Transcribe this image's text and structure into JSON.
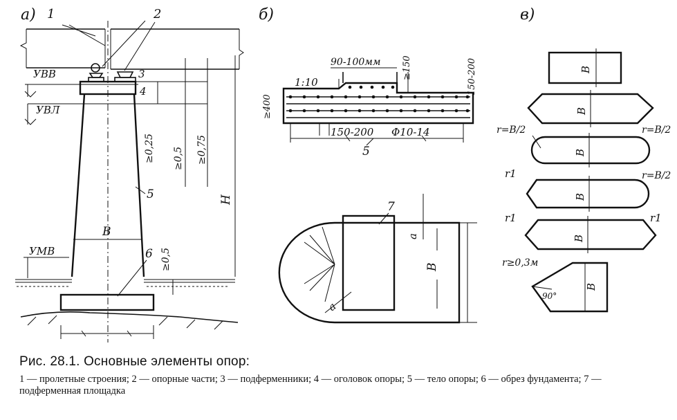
{
  "panels": {
    "a": "а)",
    "b": "б)",
    "v": "в)"
  },
  "panel_a": {
    "label_1": "1",
    "label_2": "2",
    "label_3": "3",
    "label_4": "4",
    "label_5": "5",
    "label_6": "6",
    "uvv": "УВВ",
    "uvl": "УВЛ",
    "umv": "УМВ",
    "dim_025": "≥0,25",
    "dim_05_top": "≥0,5",
    "dim_075": "≥0,75",
    "dim_h": "H",
    "dim_b": "B",
    "dim_05_bottom": "≥0,5"
  },
  "panel_b": {
    "dim_90_100": "90-100мм",
    "dim_150_top": "≥150",
    "dim_150_200_right": "150-200",
    "slope": "1:10",
    "dim_400": "≥400",
    "dim_150_200_bottom": "150-200",
    "rebar": "Φ10-14",
    "label_5": "5",
    "label_7": "7",
    "dim_a": "a",
    "dim_b": "B",
    "dim_a_bottom": "a"
  },
  "panel_v": {
    "b1": "B",
    "b2": "B",
    "b3": "B",
    "b4": "B",
    "b5": "B",
    "b6": "B",
    "r_b2_left": "r=B/2",
    "r_b2_right": "r=B/2",
    "r1_a": "r1",
    "r_b2_right2": "r=B/2",
    "r1_b": "r1",
    "r1_c": "r1",
    "r_03": "r≥0,3м",
    "angle_90": "90°"
  },
  "caption": {
    "title": "Рис. 28.1. Основные элементы опор:",
    "legend": [
      {
        "n": "1",
        "t": " — пролетные строения; "
      },
      {
        "n": "2",
        "t": " — опорные части; "
      },
      {
        "n": "3",
        "t": " — подферменники; "
      },
      {
        "n": "4",
        "t": " — оголовок опоры; "
      },
      {
        "n": "5",
        "t": " — тело опоры; "
      },
      {
        "n": "6",
        "t": " — обрез фундамента; "
      },
      {
        "n": "7",
        "t": " — подферменная площадка"
      }
    ]
  }
}
